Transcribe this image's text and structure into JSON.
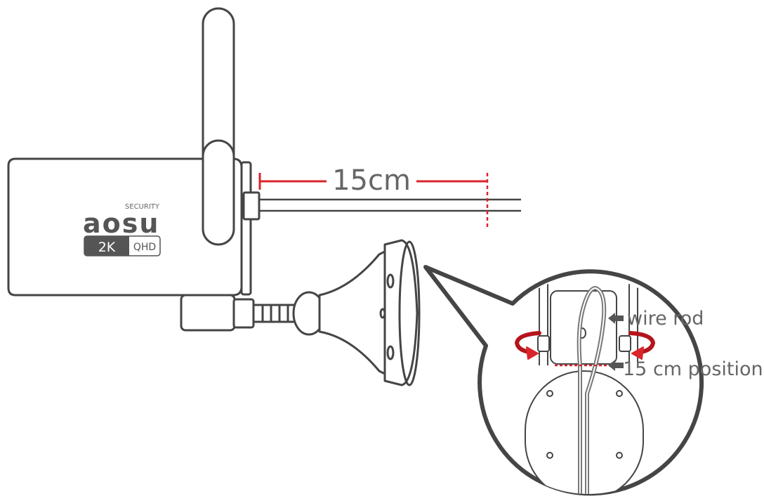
{
  "brand": {
    "logo": "aosu",
    "tagline": "SECURITY",
    "badge_resolution": "2K",
    "badge_quality": "QHD"
  },
  "measurement": {
    "distance_label": "15cm"
  },
  "callouts": {
    "wire_rod": "wire rod",
    "position": "15 cm position"
  },
  "colors": {
    "outline": "#454545",
    "accent_red": "#d9252b",
    "arrow_gray": "#555555",
    "label_gray": "#666666"
  },
  "icons": [
    "rotate-clockwise-arrow-icon",
    "rotate-counterclockwise-arrow-icon",
    "pointer-arrow-icon"
  ]
}
